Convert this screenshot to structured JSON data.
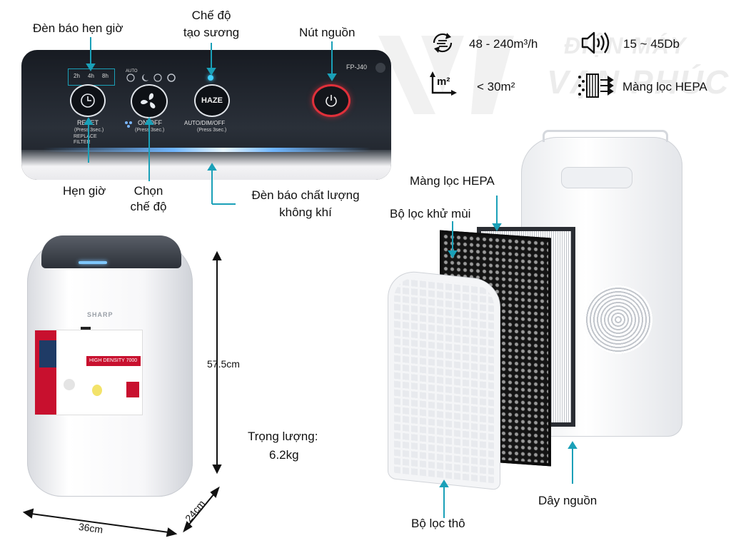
{
  "watermark": {
    "line1": "ĐIỆN MÁY",
    "line2": "VẠN PHÚC"
  },
  "specs": {
    "airflow": "48 - 240m³/h",
    "noise": "15 ~ 45Db",
    "area": "< 30m²",
    "area_icon_text": "m²",
    "filter": "Màng lọc HEPA"
  },
  "panel": {
    "model": "FP-J40",
    "timer_options": [
      "2h",
      "4h",
      "8h"
    ],
    "auto_label": "AUTO",
    "haze_button": "HAZE",
    "reset_label": "RESET",
    "reset_hint": "(Press 3sec.)",
    "replace_filter": "REPLACE FILTER",
    "mode_label": "ON/OFF",
    "mode_hint": "(Press 3sec.)",
    "dim_label": "AUTO/DIM/OFF",
    "dim_hint": "(Press 3sec.)"
  },
  "callouts": {
    "timer_indicator": "Đèn báo hẹn giờ",
    "mist_mode_1": "Chế độ",
    "mist_mode_2": "tạo sương",
    "power_button": "Nút nguồn",
    "timer": "Hẹn giờ",
    "mode_1": "Chọn",
    "mode_2": "chế độ",
    "air_quality_1": "Đèn báo chất lượng",
    "air_quality_2": "không khí"
  },
  "device": {
    "brand": "SHARP",
    "density": "HIGH DENSITY 7000",
    "height": "57.5cm",
    "width": "36cm",
    "depth": "24cm",
    "weight_label": "Trọng lượng:",
    "weight_value": "6.2kg"
  },
  "parts": {
    "hepa": "Màng lọc HEPA",
    "deodor": "Bộ lọc khử mùi",
    "prefilter": "Bộ lọc thô",
    "power_cord": "Dây nguồn"
  },
  "colors": {
    "accent": "#1aa0b8",
    "panel": "#222831",
    "power_ring": "#e0303a"
  }
}
